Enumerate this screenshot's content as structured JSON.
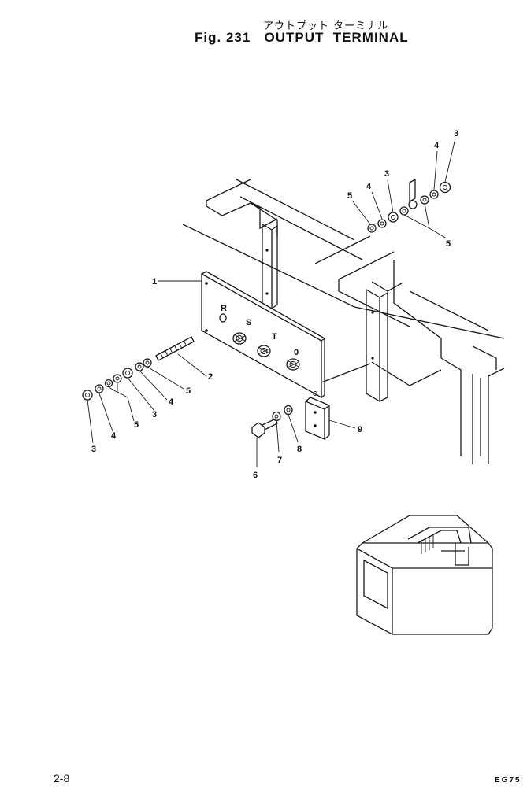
{
  "header": {
    "japanese_title": "アウトプット ターミナル",
    "figure_title": "Fig. 231   OUTPUT  TERMINAL"
  },
  "panel_labels": [
    "R",
    "S",
    "T",
    "0"
  ],
  "callouts": {
    "panel": "1",
    "stud": "2",
    "nut_left_a": "3",
    "nut_left_b": "3",
    "washer_left_a": "4",
    "washer_left_b": "4",
    "washer_group_left_a": "5",
    "washer_group_left_b": "5",
    "bolt": "6",
    "lock_washer": "7",
    "flat_washer": "8",
    "bracket": "9",
    "nut_right_a": "3",
    "nut_right_b": "3",
    "washer_right_a": "4",
    "washer_right_b": "4",
    "washer_group_right_a": "5",
    "washer_group_right_b": "5"
  },
  "footer": {
    "page_number": "2-8",
    "document_code": "EG75"
  }
}
